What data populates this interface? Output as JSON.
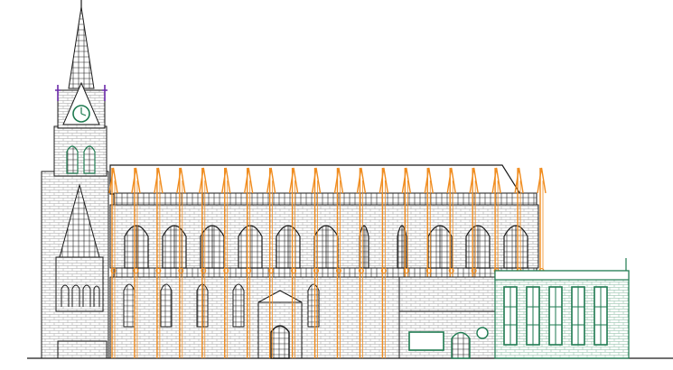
{
  "drawing": {
    "subject": "",
    "colors": {
      "background": "#ffffff",
      "outline": "#1a1a1a",
      "brick": "#8c8c8c",
      "pinnacle": "#f08c1e",
      "annex": "#1e7a50",
      "finial": "#6a2aa8",
      "clock": "#1e7a50"
    },
    "counts": {
      "nave_bays": 11,
      "pinnacles": 20,
      "annex_windows": 5
    }
  }
}
